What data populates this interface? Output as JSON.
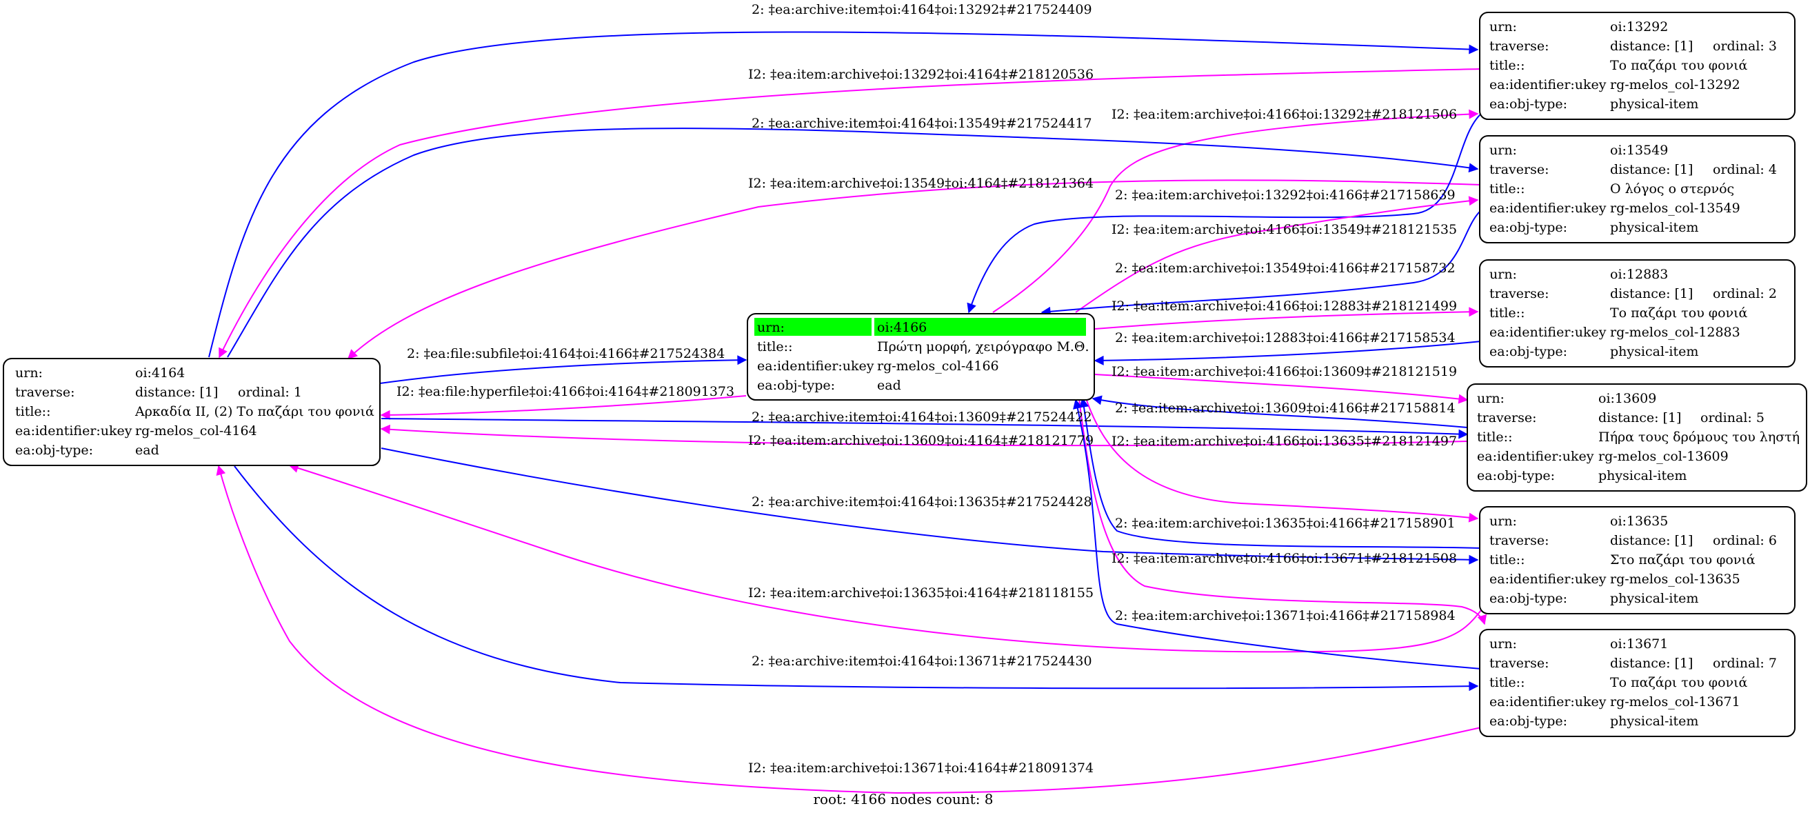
{
  "colors": {
    "blue_edge": "#0000ff",
    "magenta_edge": "#ff00ff",
    "root_highlight": "#00ff00",
    "node_border": "#000000"
  },
  "nodes": {
    "n4164": {
      "rows": [
        [
          "urn:",
          "oi:4164"
        ],
        [
          "traverse:",
          "distance: [1]",
          "ordinal: 1"
        ],
        [
          "title::",
          "Αρκαδία II, (2) Το παζάρι του φονιά"
        ],
        [
          "ea:identifier:ukey",
          "rg-melos_col-4164"
        ],
        [
          "ea:obj-type:",
          "ead"
        ]
      ]
    },
    "n4166": {
      "rows": [
        [
          "urn:",
          "oi:4166"
        ],
        [
          "title::",
          "Πρώτη μορφή, χειρόγραφο Μ.Θ."
        ],
        [
          "ea:identifier:ukey",
          "rg-melos_col-4166"
        ],
        [
          "ea:obj-type:",
          "ead"
        ]
      ]
    },
    "n13292": {
      "rows": [
        [
          "urn:",
          "oi:13292"
        ],
        [
          "traverse:",
          "distance: [1]",
          "ordinal: 3"
        ],
        [
          "title::",
          "Το παζάρι του φονιά"
        ],
        [
          "ea:identifier:ukey",
          "rg-melos_col-13292"
        ],
        [
          "ea:obj-type:",
          "physical-item"
        ]
      ]
    },
    "n13549": {
      "rows": [
        [
          "urn:",
          "oi:13549"
        ],
        [
          "traverse:",
          "distance: [1]",
          "ordinal: 4"
        ],
        [
          "title::",
          "Ο λόγος ο στερνός"
        ],
        [
          "ea:identifier:ukey",
          "rg-melos_col-13549"
        ],
        [
          "ea:obj-type:",
          "physical-item"
        ]
      ]
    },
    "n12883": {
      "rows": [
        [
          "urn:",
          "oi:12883"
        ],
        [
          "traverse:",
          "distance: [1]",
          "ordinal: 2"
        ],
        [
          "title::",
          "Το παζάρι του φονιά"
        ],
        [
          "ea:identifier:ukey",
          "rg-melos_col-12883"
        ],
        [
          "ea:obj-type:",
          "physical-item"
        ]
      ]
    },
    "n13609": {
      "rows": [
        [
          "urn:",
          "oi:13609"
        ],
        [
          "traverse:",
          "distance: [1]",
          "ordinal: 5"
        ],
        [
          "title::",
          "Πήρα τους δρόμους του ληστή"
        ],
        [
          "ea:identifier:ukey",
          "rg-melos_col-13609"
        ],
        [
          "ea:obj-type:",
          "physical-item"
        ]
      ]
    },
    "n13635": {
      "rows": [
        [
          "urn:",
          "oi:13635"
        ],
        [
          "traverse:",
          "distance: [1]",
          "ordinal: 6"
        ],
        [
          "title::",
          "Στο παζάρι του φονιά"
        ],
        [
          "ea:identifier:ukey",
          "rg-melos_col-13635"
        ],
        [
          "ea:obj-type:",
          "physical-item"
        ]
      ]
    },
    "n13671": {
      "rows": [
        [
          "urn:",
          "oi:13671"
        ],
        [
          "traverse:",
          "distance: [1]",
          "ordinal: 7"
        ],
        [
          "title::",
          "Το παζάρι του φονιά"
        ],
        [
          "ea:identifier:ukey",
          "rg-melos_col-13671"
        ],
        [
          "ea:obj-type:",
          "physical-item"
        ]
      ]
    }
  },
  "edges": {
    "e_4164_13292": "2: ‡ea:archive:item‡oi:4164‡oi:13292‡#217524409",
    "e_13292_4164": "I2: ‡ea:item:archive‡oi:13292‡oi:4164‡#218120536",
    "e_4166_13292": "I2: ‡ea:item:archive‡oi:4166‡oi:13292‡#218121506",
    "e_4164_13549": "2: ‡ea:archive:item‡oi:4164‡oi:13549‡#217524417",
    "e_13549_4164": "I2: ‡ea:item:archive‡oi:13549‡oi:4164‡#218121364",
    "e_13292_4166": "2: ‡ea:item:archive‡oi:13292‡oi:4166‡#217158639",
    "e_4166_13549": "I2: ‡ea:item:archive‡oi:4166‡oi:13549‡#218121535",
    "e_13549_4166": "2: ‡ea:item:archive‡oi:13549‡oi:4166‡#217158732",
    "e_4166_12883": "I2: ‡ea:item:archive‡oi:4166‡oi:12883‡#218121499",
    "e_4164_4166": "2: ‡ea:file:subfile‡oi:4164‡oi:4166‡#217524384",
    "e_12883_4166": "2: ‡ea:item:archive‡oi:12883‡oi:4166‡#217158534",
    "e_4166_4164": "I2: ‡ea:file:hyperfile‡oi:4166‡oi:4164‡#218091373",
    "e_4166_13609": "I2: ‡ea:item:archive‡oi:4166‡oi:13609‡#218121519",
    "e_4164_13609": "2: ‡ea:archive:item‡oi:4164‡oi:13609‡#217524422",
    "e_13609_4166": "2: ‡ea:item:archive‡oi:13609‡oi:4166‡#217158814",
    "e_13609_4164": "I2: ‡ea:item:archive‡oi:13609‡oi:4164‡#218121779",
    "e_4166_13635": "I2: ‡ea:item:archive‡oi:4166‡oi:13635‡#218121497",
    "e_4164_13635": "2: ‡ea:archive:item‡oi:4164‡oi:13635‡#217524428",
    "e_13635_4166": "2: ‡ea:item:archive‡oi:13635‡oi:4166‡#217158901",
    "e_4166_13671": "I2: ‡ea:item:archive‡oi:4166‡oi:13671‡#218121508",
    "e_13635_4164": "I2: ‡ea:item:archive‡oi:13635‡oi:4164‡#218118155",
    "e_13671_4166": "2: ‡ea:item:archive‡oi:13671‡oi:4166‡#217158984",
    "e_4164_13671": "2: ‡ea:archive:item‡oi:4164‡oi:13671‡#217524430",
    "e_13671_4164": "I2: ‡ea:item:archive‡oi:13671‡oi:4164‡#218091374"
  },
  "footer": "root: 4166 nodes count: 8"
}
